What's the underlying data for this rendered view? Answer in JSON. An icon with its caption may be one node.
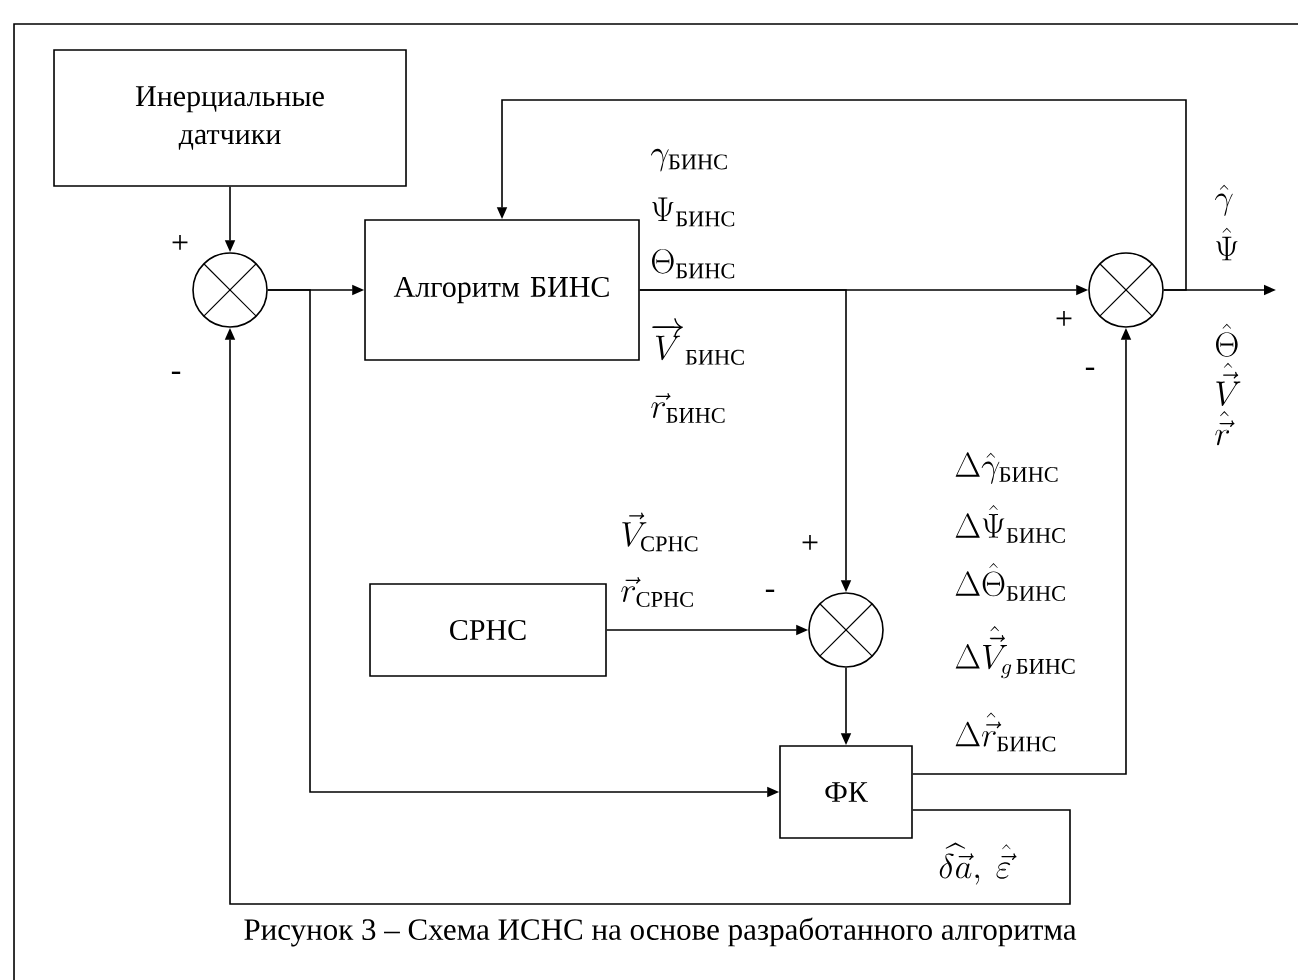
{
  "diagram": {
    "caption": "Рисунок 3 – Схема ИСНС на основе разработанного алгоритма",
    "nodes": [
      {
        "text": [
          "Инерциальные датчики"
        ]
      },
      {
        "text": [],
        "shape": "circle"
      },
      {
        "text": [
          "Алгоритм БИНС"
        ]
      },
      {
        "text": [],
        "shape": "circle"
      },
      {
        "text": [
          "СРНС"
        ]
      },
      {
        "text": [],
        "shape": "circle"
      },
      {
        "text": [
          "ФК"
        ]
      }
    ],
    "edges": [
      {
        "from": 0,
        "to": 1,
        "arrow": "to"
      },
      {
        "from": 1,
        "to": 2,
        "arrow": "to"
      },
      {
        "from": 1,
        "to": 6,
        "arrow": "to"
      },
      {
        "from": 2,
        "to": 3,
        "arrow": "to"
      },
      {
        "from": 2,
        "to": 5,
        "arrow": "to"
      },
      {
        "from": 3,
        "to": null,
        "arrow": "to"
      },
      {
        "from": 3,
        "to": 2,
        "arrow": "to"
      },
      {
        "from": 4,
        "to": 5,
        "arrow": "to"
      },
      {
        "from": 5,
        "to": 6,
        "arrow": "to"
      },
      {
        "from": 6,
        "to": 3,
        "arrow": "to"
      },
      {
        "from": 6,
        "to": 1,
        "arrow": "to"
      }
    ],
    "labels": [
      "+",
      "-",
      "\\gamma_{\\text{БИНС}}",
      "\\Psi_{\\text{БИНС}}",
      "\\Theta_{\\text{БИНС}}",
      "\\overrightarrow{V}_{\\text{БИНС}}",
      "\\vec{r}_{\\text{БИНС}}",
      "+",
      "-",
      "\\hat{\\gamma}",
      "\\hat{\\Psi}",
      "\\hat{\\Theta}",
      "\\hat{\\vec{V}}",
      "\\hat{\\vec{r}}",
      "\\Delta\\hat{\\gamma}_{\\text{БИНС}}",
      "\\Delta\\hat{\\Psi}_{\\text{БИНС}}",
      "\\Delta\\hat{\\Theta}_{\\text{БИНС}}",
      "\\Delta\\hat{\\vec{V}}_{g\\,\\text{БИНС}}",
      "\\Delta\\hat{\\vec{r}}_{\\text{БИНС}}",
      "\\vec{V}_{\\text{СРНС}}",
      "\\vec{r}_{\\text{СРНС}}",
      "+",
      "-",
      "\\widehat{\\delta\\vec{a}},\\ \\hat{\\vec{\\varepsilon}}"
    ]
  }
}
